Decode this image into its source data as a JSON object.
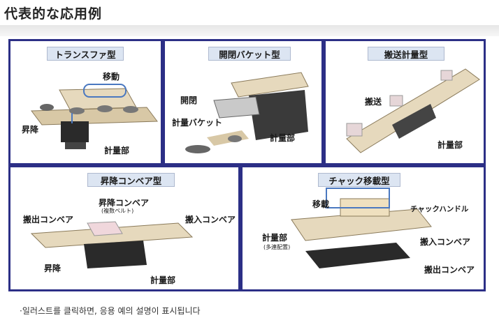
{
  "page_title": "代表的な応用例",
  "panels": {
    "transfer": {
      "title": "トランスファ型",
      "labels": {
        "move": "移動",
        "lift": "昇降",
        "weigh": "計量部"
      }
    },
    "bucket": {
      "title": "開閉バケット型",
      "labels": {
        "open_close": "開閉",
        "weigh_bucket": "計量バケット",
        "weigh": "計量部"
      }
    },
    "conveying": {
      "title": "搬送計量型",
      "labels": {
        "convey": "搬送",
        "weigh": "計量部"
      }
    },
    "lift_conveyor": {
      "title": "昇降コンベア型",
      "labels": {
        "lift_conveyor": "昇降コンベア",
        "belt_note": "(複数ベルト)",
        "out_conveyor": "搬出コンベア",
        "in_conveyor": "搬入コンベア",
        "lift": "昇降",
        "weigh": "計量部"
      }
    },
    "chuck": {
      "title": "チャック移載型",
      "labels": {
        "transfer": "移載",
        "chuck_handle": "チャックハンドル",
        "weigh": "計量部",
        "multi_note": "(多連配置)",
        "in_conveyor": "搬入コンベア",
        "out_conveyor": "搬出コンベア"
      }
    }
  },
  "footer_note": "·일러스트를 클릭하면, 응용 예의 설명이 표시됩니다",
  "colors": {
    "frame": "#2c2f86",
    "title_bg": "#dce5f2",
    "arrow": "#4a78c0",
    "belt": "#d8c8a6",
    "base": "#3a3a3a"
  }
}
